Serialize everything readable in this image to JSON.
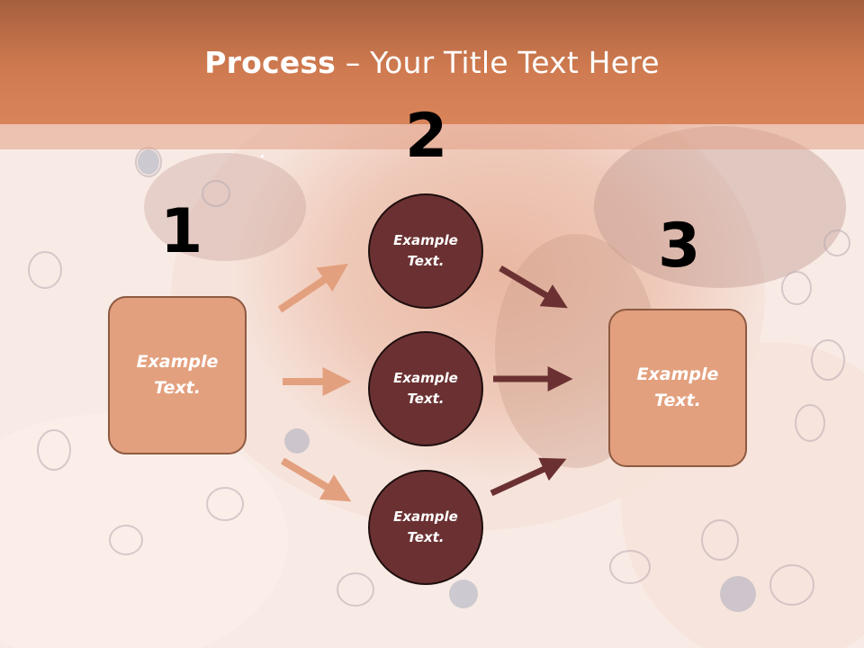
{
  "title": {
    "bold": "Process",
    "rest": " – Your Title Text Here"
  },
  "steps": {
    "n1": "1",
    "n2": "2",
    "n3": "3"
  },
  "box_left": {
    "line1": "Example",
    "line2": "Text."
  },
  "box_right": {
    "line1": "Example",
    "line2": "Text."
  },
  "circles": [
    {
      "line1": "Example",
      "line2": "Text."
    },
    {
      "line1": "Example",
      "line2": "Text."
    },
    {
      "line1": "Example",
      "line2": "Text."
    }
  ],
  "colors": {
    "header": "#cf7a50",
    "box_fill": "#e3a07e",
    "circle_fill": "#6b3132",
    "arrow_light": "#e3a07e",
    "arrow_dark": "#6b3132"
  }
}
